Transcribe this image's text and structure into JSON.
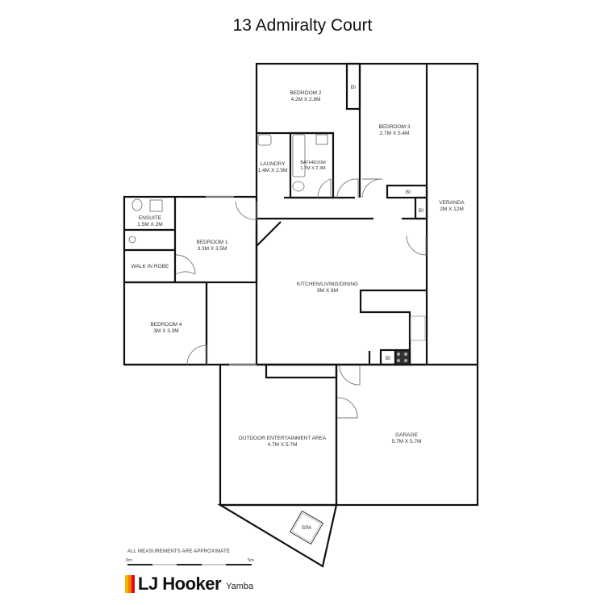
{
  "title": "13 Admiralty Court",
  "rooms": {
    "bedroom2": {
      "name": "BEDROOM 2",
      "size": "4.2M X 2.8M"
    },
    "bedroom3": {
      "name": "BEDROOM 3",
      "size": "2.7M X 5.4M"
    },
    "laundry": {
      "name": "LAUNDRY",
      "size": "1.4M X 2.5M"
    },
    "bathroom": {
      "name": "BATHROOM",
      "size": "1.7M X 2.3M"
    },
    "veranda": {
      "name": "VERANDA",
      "size": "2M X 12M"
    },
    "ensuite": {
      "name": "ENSUITE",
      "size": "1.5M X 2M"
    },
    "bedroom1": {
      "name": "BEDROOM 1",
      "size": "3.3M X 3.5M"
    },
    "walkinrobe": {
      "name": "WALK IN ROBE"
    },
    "kitchen": {
      "name": "KITCHEN/LIVING/DINING",
      "size": "9M X 6M"
    },
    "bedroom4": {
      "name": "BEDROOM 4",
      "size": "3M X 3.3M"
    },
    "outdoor": {
      "name": "OUTDOOR ENTERTAINMENT AREA",
      "size": "4.7M X 5.7M"
    },
    "garage": {
      "name": "GARAGE",
      "size": "5.7M X 5.7M"
    },
    "spa": {
      "name": "SPA"
    }
  },
  "built_in_label": "BI",
  "note": "ALL MEASUREMENTS ARE APPROXIMATE",
  "scale": {
    "start": "0m",
    "end": "5m"
  },
  "logo": {
    "brand": "LJ Hooker",
    "office": "Yamba",
    "colors": [
      "#f5b400",
      "#f07d00",
      "#e30613"
    ]
  }
}
